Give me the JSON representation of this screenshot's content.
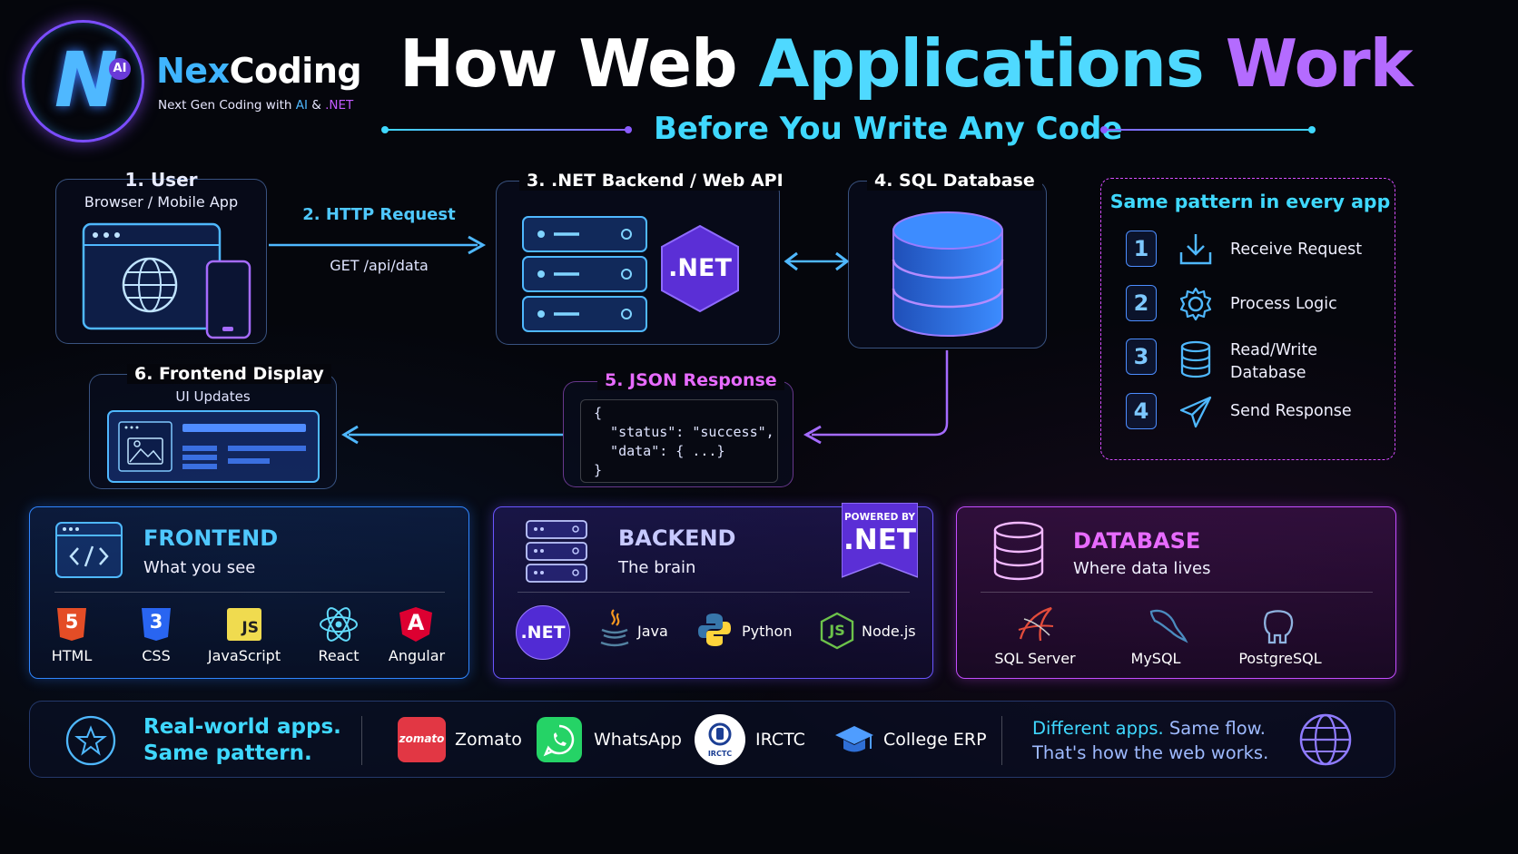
{
  "brand": {
    "name_a": "Nex",
    "name_b": "Coding",
    "badge": "AI",
    "tag_pre": "Next Gen Coding with ",
    "tag_ai": "AI",
    "tag_mid": " & ",
    "tag_net": ".NET"
  },
  "title": {
    "w1": "How Web",
    "w2": "Applications",
    "w3": "Work"
  },
  "subtitle": "Before You Write Any Code",
  "flow": {
    "user_title": "1. User",
    "user_sub": "Browser / Mobile App",
    "http_title": "2. HTTP Request",
    "http_sub": "GET /api/data",
    "backend_title": "3. .NET Backend / Web API",
    "net_badge": ".NET",
    "db_title": "4. SQL Database",
    "json_title": "5. JSON Response",
    "json_code_1": "{",
    "json_code_2": "  \"status\": \"success\",",
    "json_code_3": "  \"data\": { ...}",
    "json_code_4": "}",
    "frontend_title": "6. Frontend Display",
    "frontend_sub": "UI Updates"
  },
  "pattern": {
    "title": "Same pattern in every app",
    "steps": [
      {
        "num": "1",
        "text": "Receive Request",
        "icon": "download-icon"
      },
      {
        "num": "2",
        "text": "Process Logic",
        "icon": "gear-icon"
      },
      {
        "num": "3",
        "text_1": "Read/Write",
        "text_2": "Database",
        "icon": "database-icon"
      },
      {
        "num": "4",
        "text": "Send Response",
        "icon": "send-icon"
      }
    ]
  },
  "frontend": {
    "title": "FRONTEND",
    "sub": "What you see",
    "techs": [
      "HTML",
      "CSS",
      "JavaScript",
      "React",
      "Angular"
    ],
    "icon_labels": {
      "html": "5",
      "css": "3",
      "js": "JS",
      "angular": "A"
    }
  },
  "backend": {
    "title": "BACKEND",
    "sub": "The brain",
    "powered_by": "POWERED BY",
    "powered_net": ".NET",
    "techs": [
      ".NET",
      "Java",
      "Python",
      "Node.js"
    ]
  },
  "database": {
    "title": "DATABASE",
    "sub": "Where data lives",
    "techs": [
      "SQL Server",
      "MySQL",
      "PostgreSQL"
    ]
  },
  "footer": {
    "left_1": "Real-world apps.",
    "left_2": "Same pattern.",
    "apps": [
      "Zomato",
      "WhatsApp",
      "IRCTC",
      "College ERP"
    ],
    "zomato_logo": "zomato",
    "irctc_logo": "IRCTC",
    "right_1a": "Different apps.",
    "right_1b": " Same flow.",
    "right_2": "That's how the web works."
  },
  "colors": {
    "cyan": "#3fd8ff",
    "purple": "#b46bff",
    "blue": "#2f86ff",
    "magenta": "#c44dff"
  }
}
